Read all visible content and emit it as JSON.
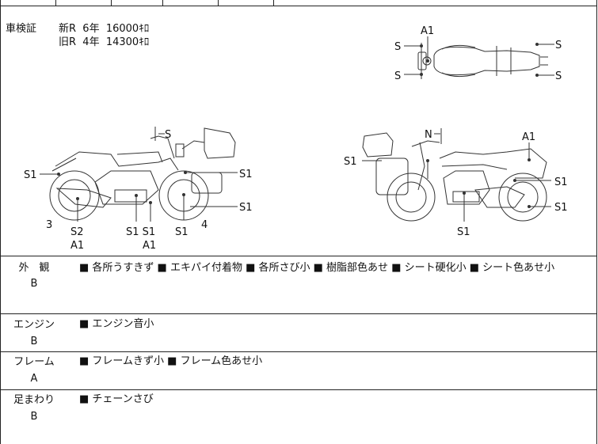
{
  "inspection": {
    "label": "車検証",
    "new_line": "新R  6年  16000ｷﾛ",
    "old_line": "旧R  4年  14300ｷﾛ"
  },
  "diagram_codes": {
    "s": "S",
    "s1": "S1",
    "s2": "S2",
    "a1": "A1",
    "n": "N",
    "three": "3",
    "four": "4",
    "s1s1": "S1 S1"
  },
  "sections": [
    {
      "title": "外　観",
      "grade": "B",
      "notes": "■ 各所うすきず ■ エキパイ付着物 ■ 各所さび小 ■ 樹脂部色あせ ■ シート硬化小 ■ シート色あせ小"
    },
    {
      "title": "エンジン",
      "grade": "B",
      "notes": "■ エンジン音小"
    },
    {
      "title": "フレーム",
      "grade": "A",
      "notes": "■ フレームきず小 ■ フレーム色あせ小"
    },
    {
      "title": "足まわり",
      "grade": "B",
      "notes": "■ チェーンさび"
    }
  ]
}
